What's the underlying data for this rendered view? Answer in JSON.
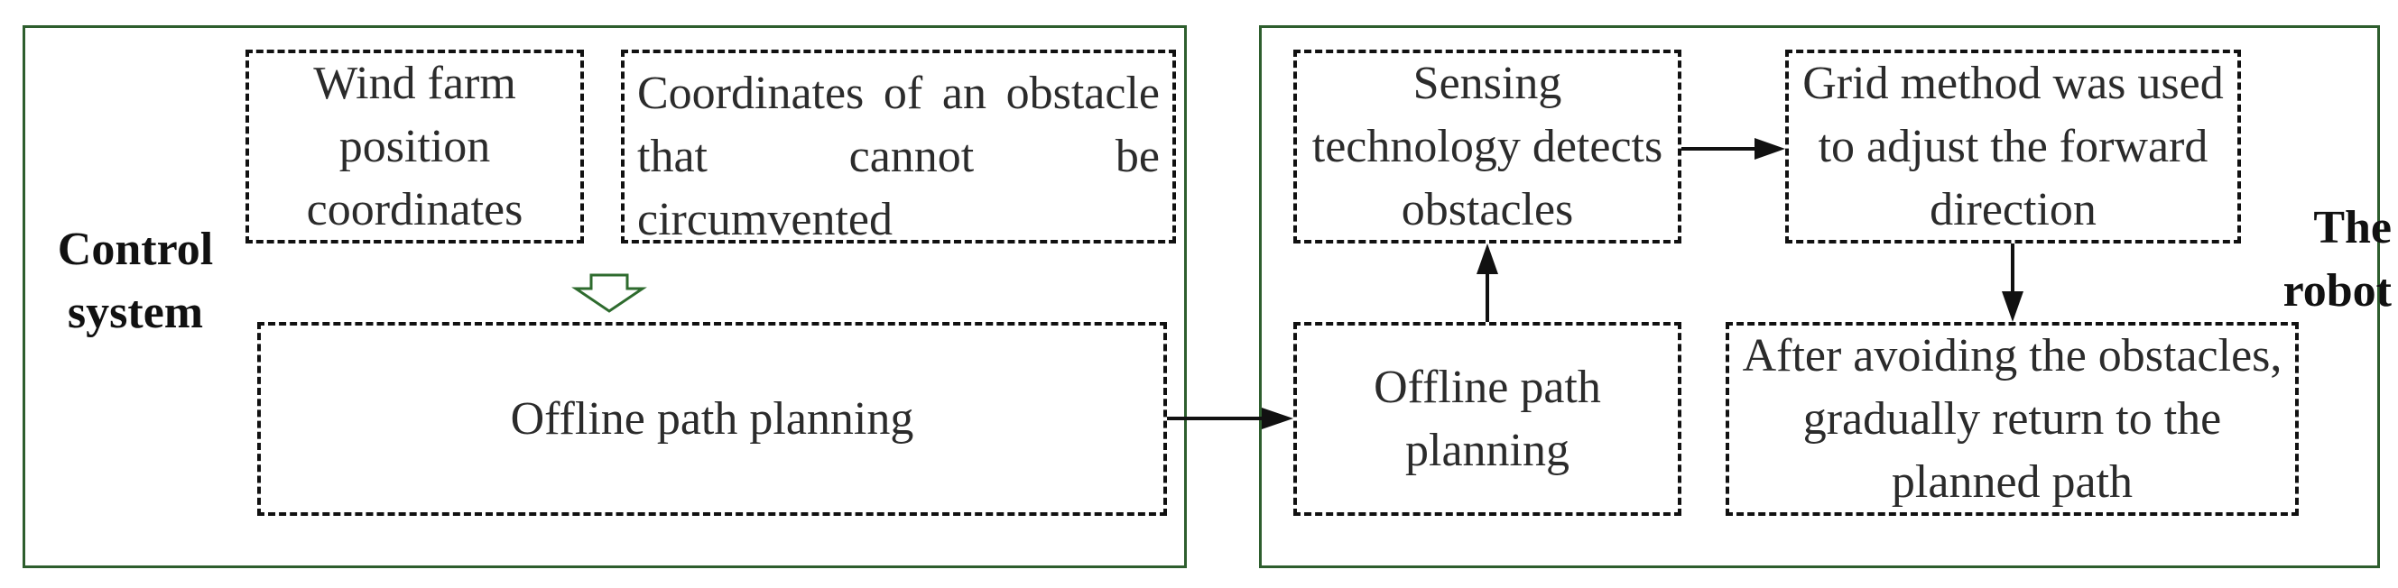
{
  "control_system": {
    "label": "Control system",
    "wind_farm_box": "Wind farm position coordinates",
    "obstacle_box": "Coordinates of an obstacle that cannot be circumvented",
    "offline_box": "Offline path planning"
  },
  "robot": {
    "label": "The robot",
    "sensing_box": "Sensing technology detects obstacles",
    "grid_box": "Grid method was used to adjust the forward direction",
    "offline_box": "Offline path planning",
    "after_box": "After avoiding the obstacles, gradually return to the planned path"
  },
  "colors": {
    "panel_border": "#2e5e2e",
    "hollow_arrow": "#2e6b2e",
    "dashed_border": "#111111"
  }
}
